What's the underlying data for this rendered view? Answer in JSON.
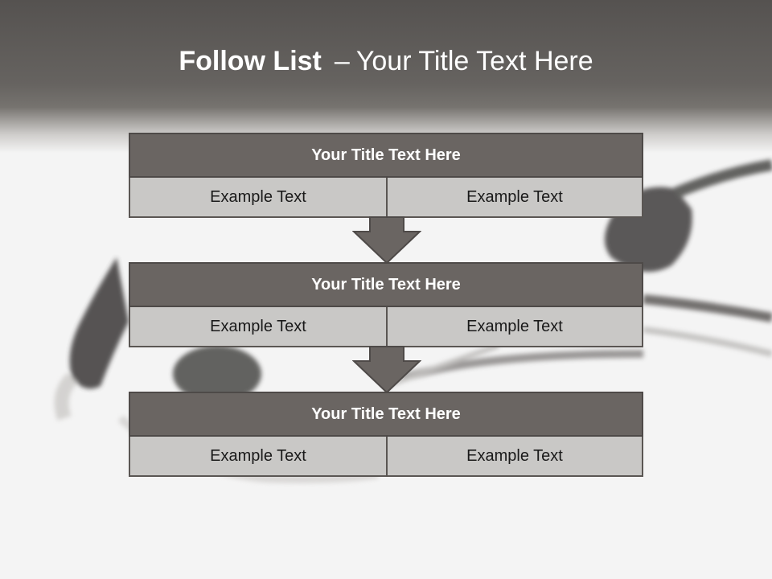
{
  "slide": {
    "title_bold": "Follow List",
    "title_sep": "–",
    "title_rest": "Your Title Text Here"
  },
  "steps": [
    {
      "title": "Your Title Text Here",
      "cells": [
        "Example Text",
        "Example Text"
      ]
    },
    {
      "title": "Your Title Text Here",
      "cells": [
        "Example Text",
        "Example Text"
      ]
    },
    {
      "title": "Your Title Text Here",
      "cells": [
        "Example Text",
        "Example Text"
      ]
    }
  ],
  "colors": {
    "header_fill": "#6a6562",
    "cell_fill": "#c9c8c6",
    "arrow_fill": "#6a6562",
    "title_band": "#5a5653"
  }
}
